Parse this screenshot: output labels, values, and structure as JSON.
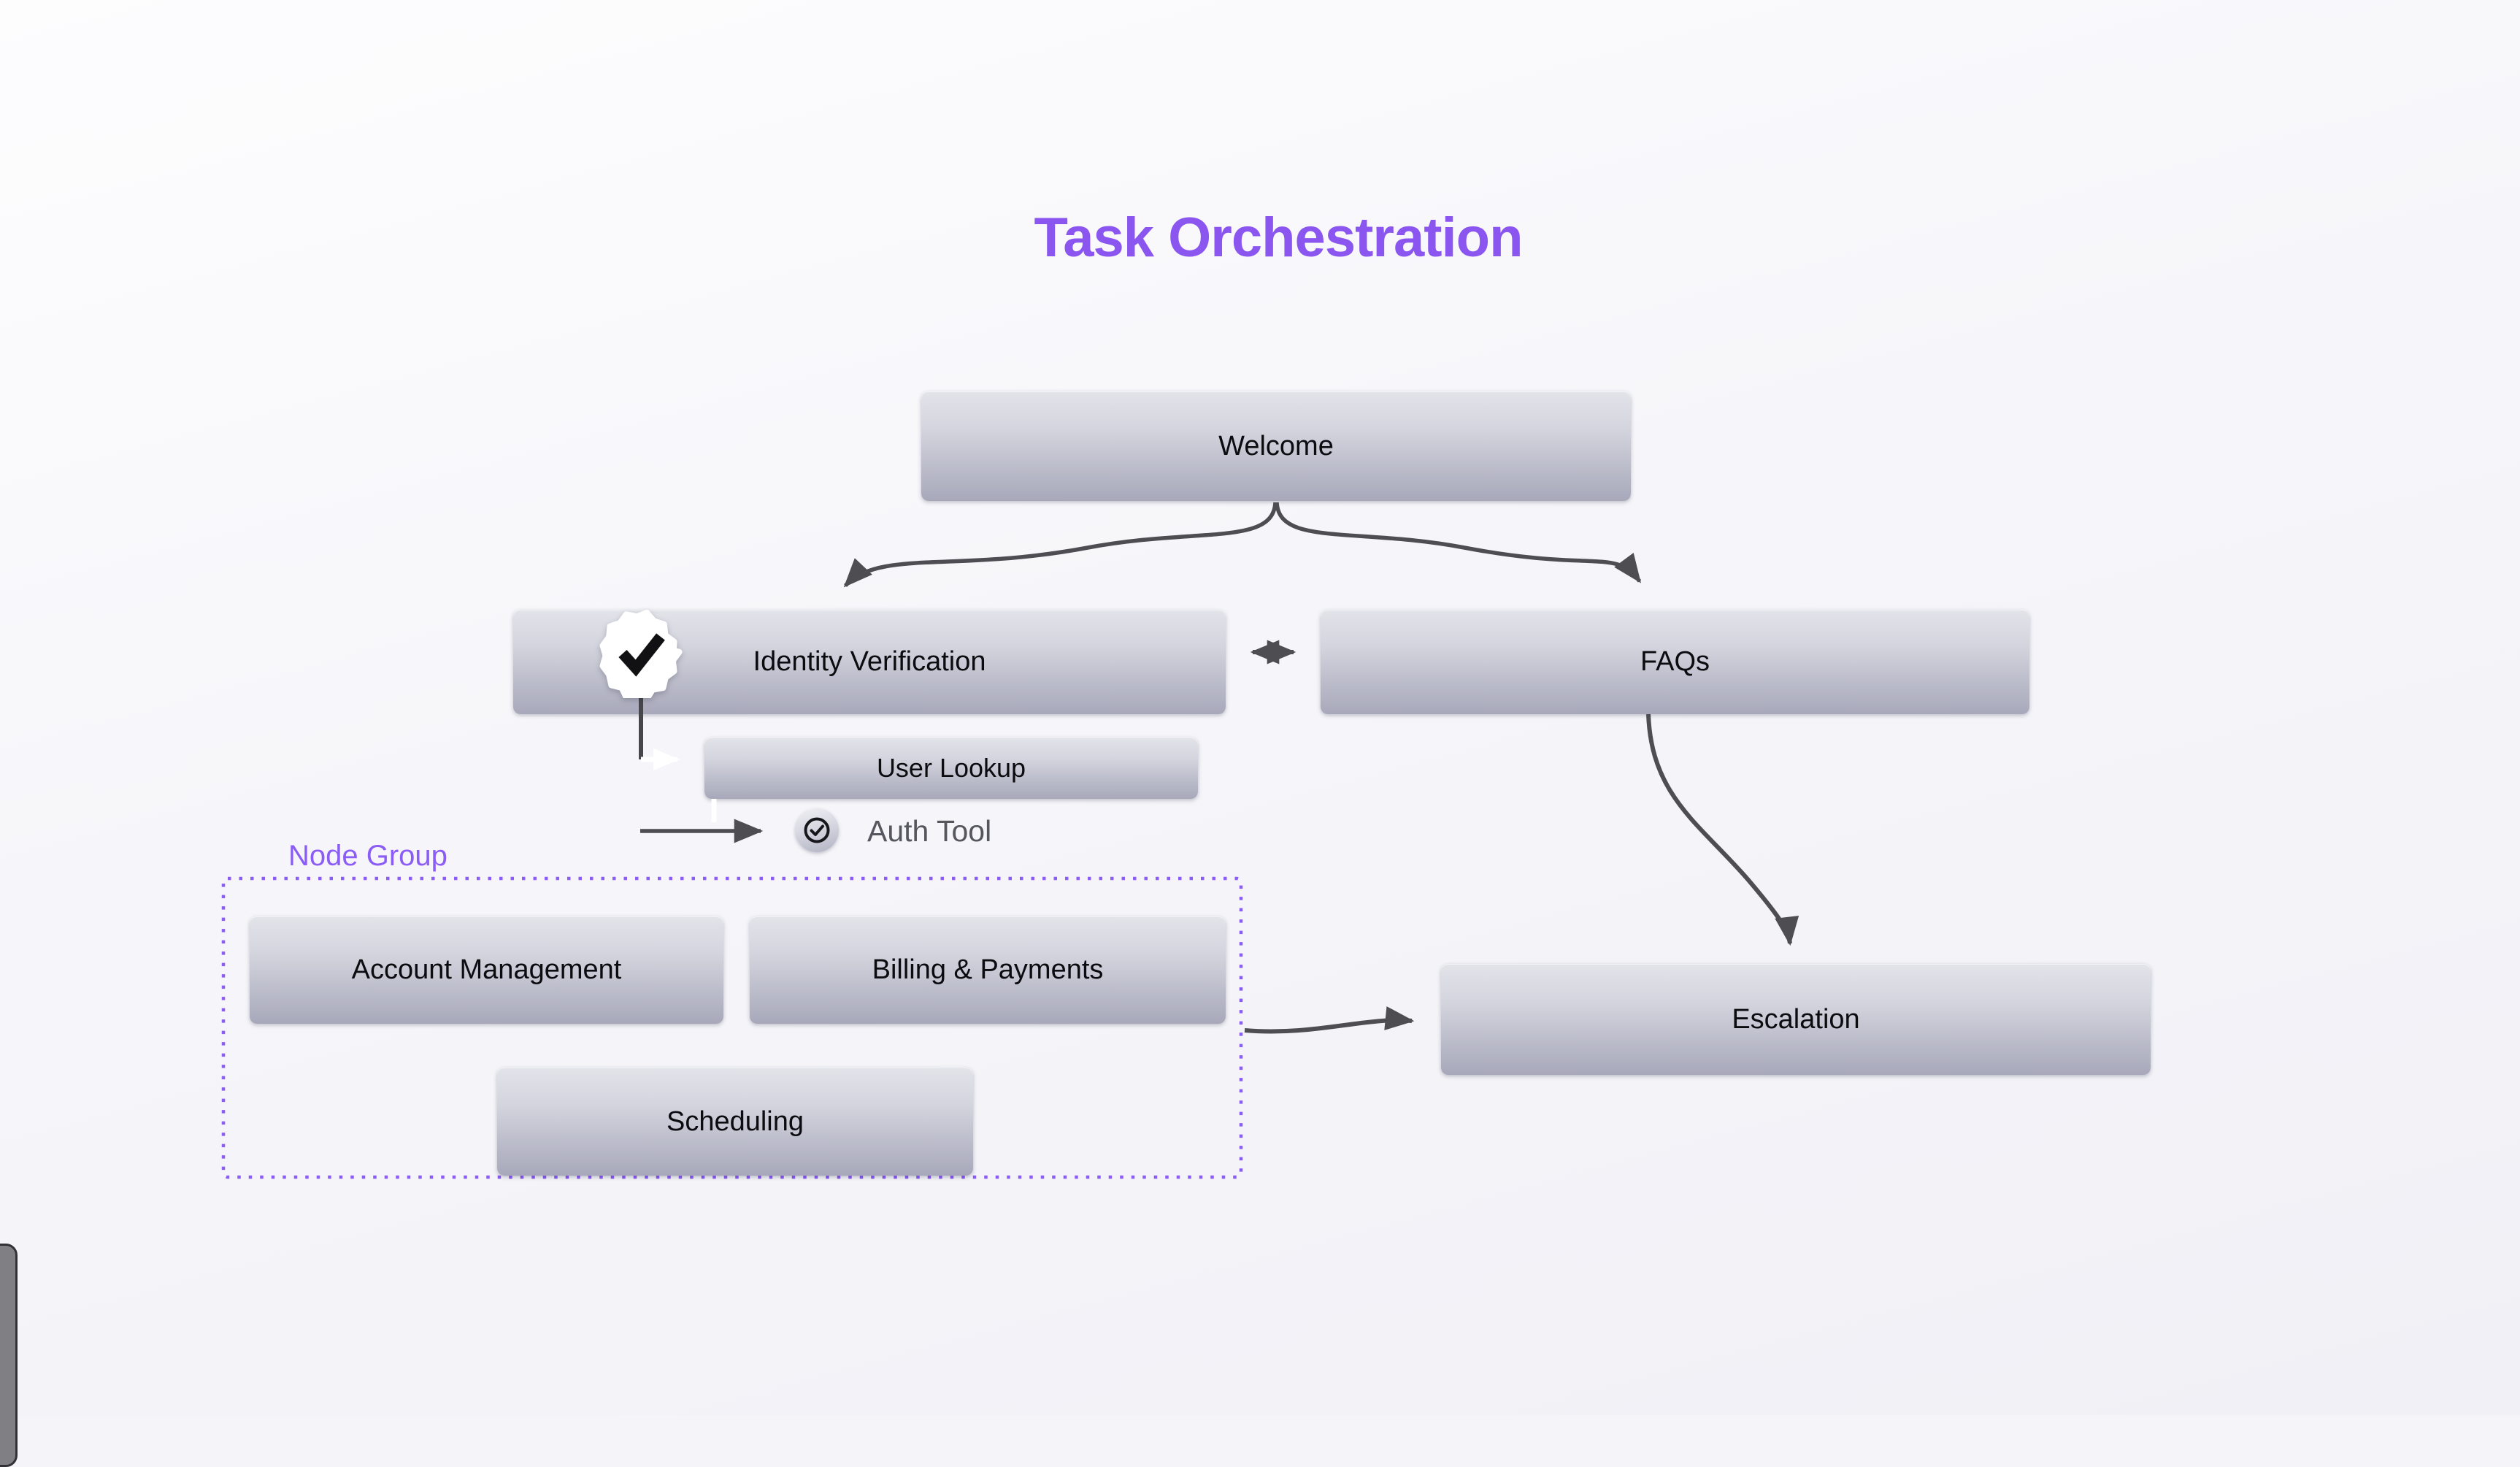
{
  "title": "Task Orchestration",
  "group": {
    "label": "Node Group"
  },
  "nodes": {
    "welcome": {
      "label": "Welcome"
    },
    "identity": {
      "label": "Identity Verification"
    },
    "faqs": {
      "label": "FAQs"
    },
    "user_lookup": {
      "label": "User Lookup"
    },
    "auth_tool": {
      "label": "Auth Tool"
    },
    "account_management": {
      "label": "Account Management"
    },
    "billing_payments": {
      "label": "Billing & Payments"
    },
    "scheduling": {
      "label": "Scheduling"
    },
    "escalation": {
      "label": "Escalation"
    }
  },
  "icons": {
    "identity_badge": "verified-seal-icon",
    "auth_tool_icon": "check-circle-icon"
  },
  "colors": {
    "accent_purple": "#8b5cf6",
    "title_purple": "#8b55f0",
    "edge_gray": "#4d4d52",
    "node_gradient_top": "#e3e4ea",
    "node_gradient_bottom": "#a7a8ba",
    "text_dark": "#0b0b10",
    "muted_label": "#56565e",
    "background": "#f4f4f9"
  }
}
